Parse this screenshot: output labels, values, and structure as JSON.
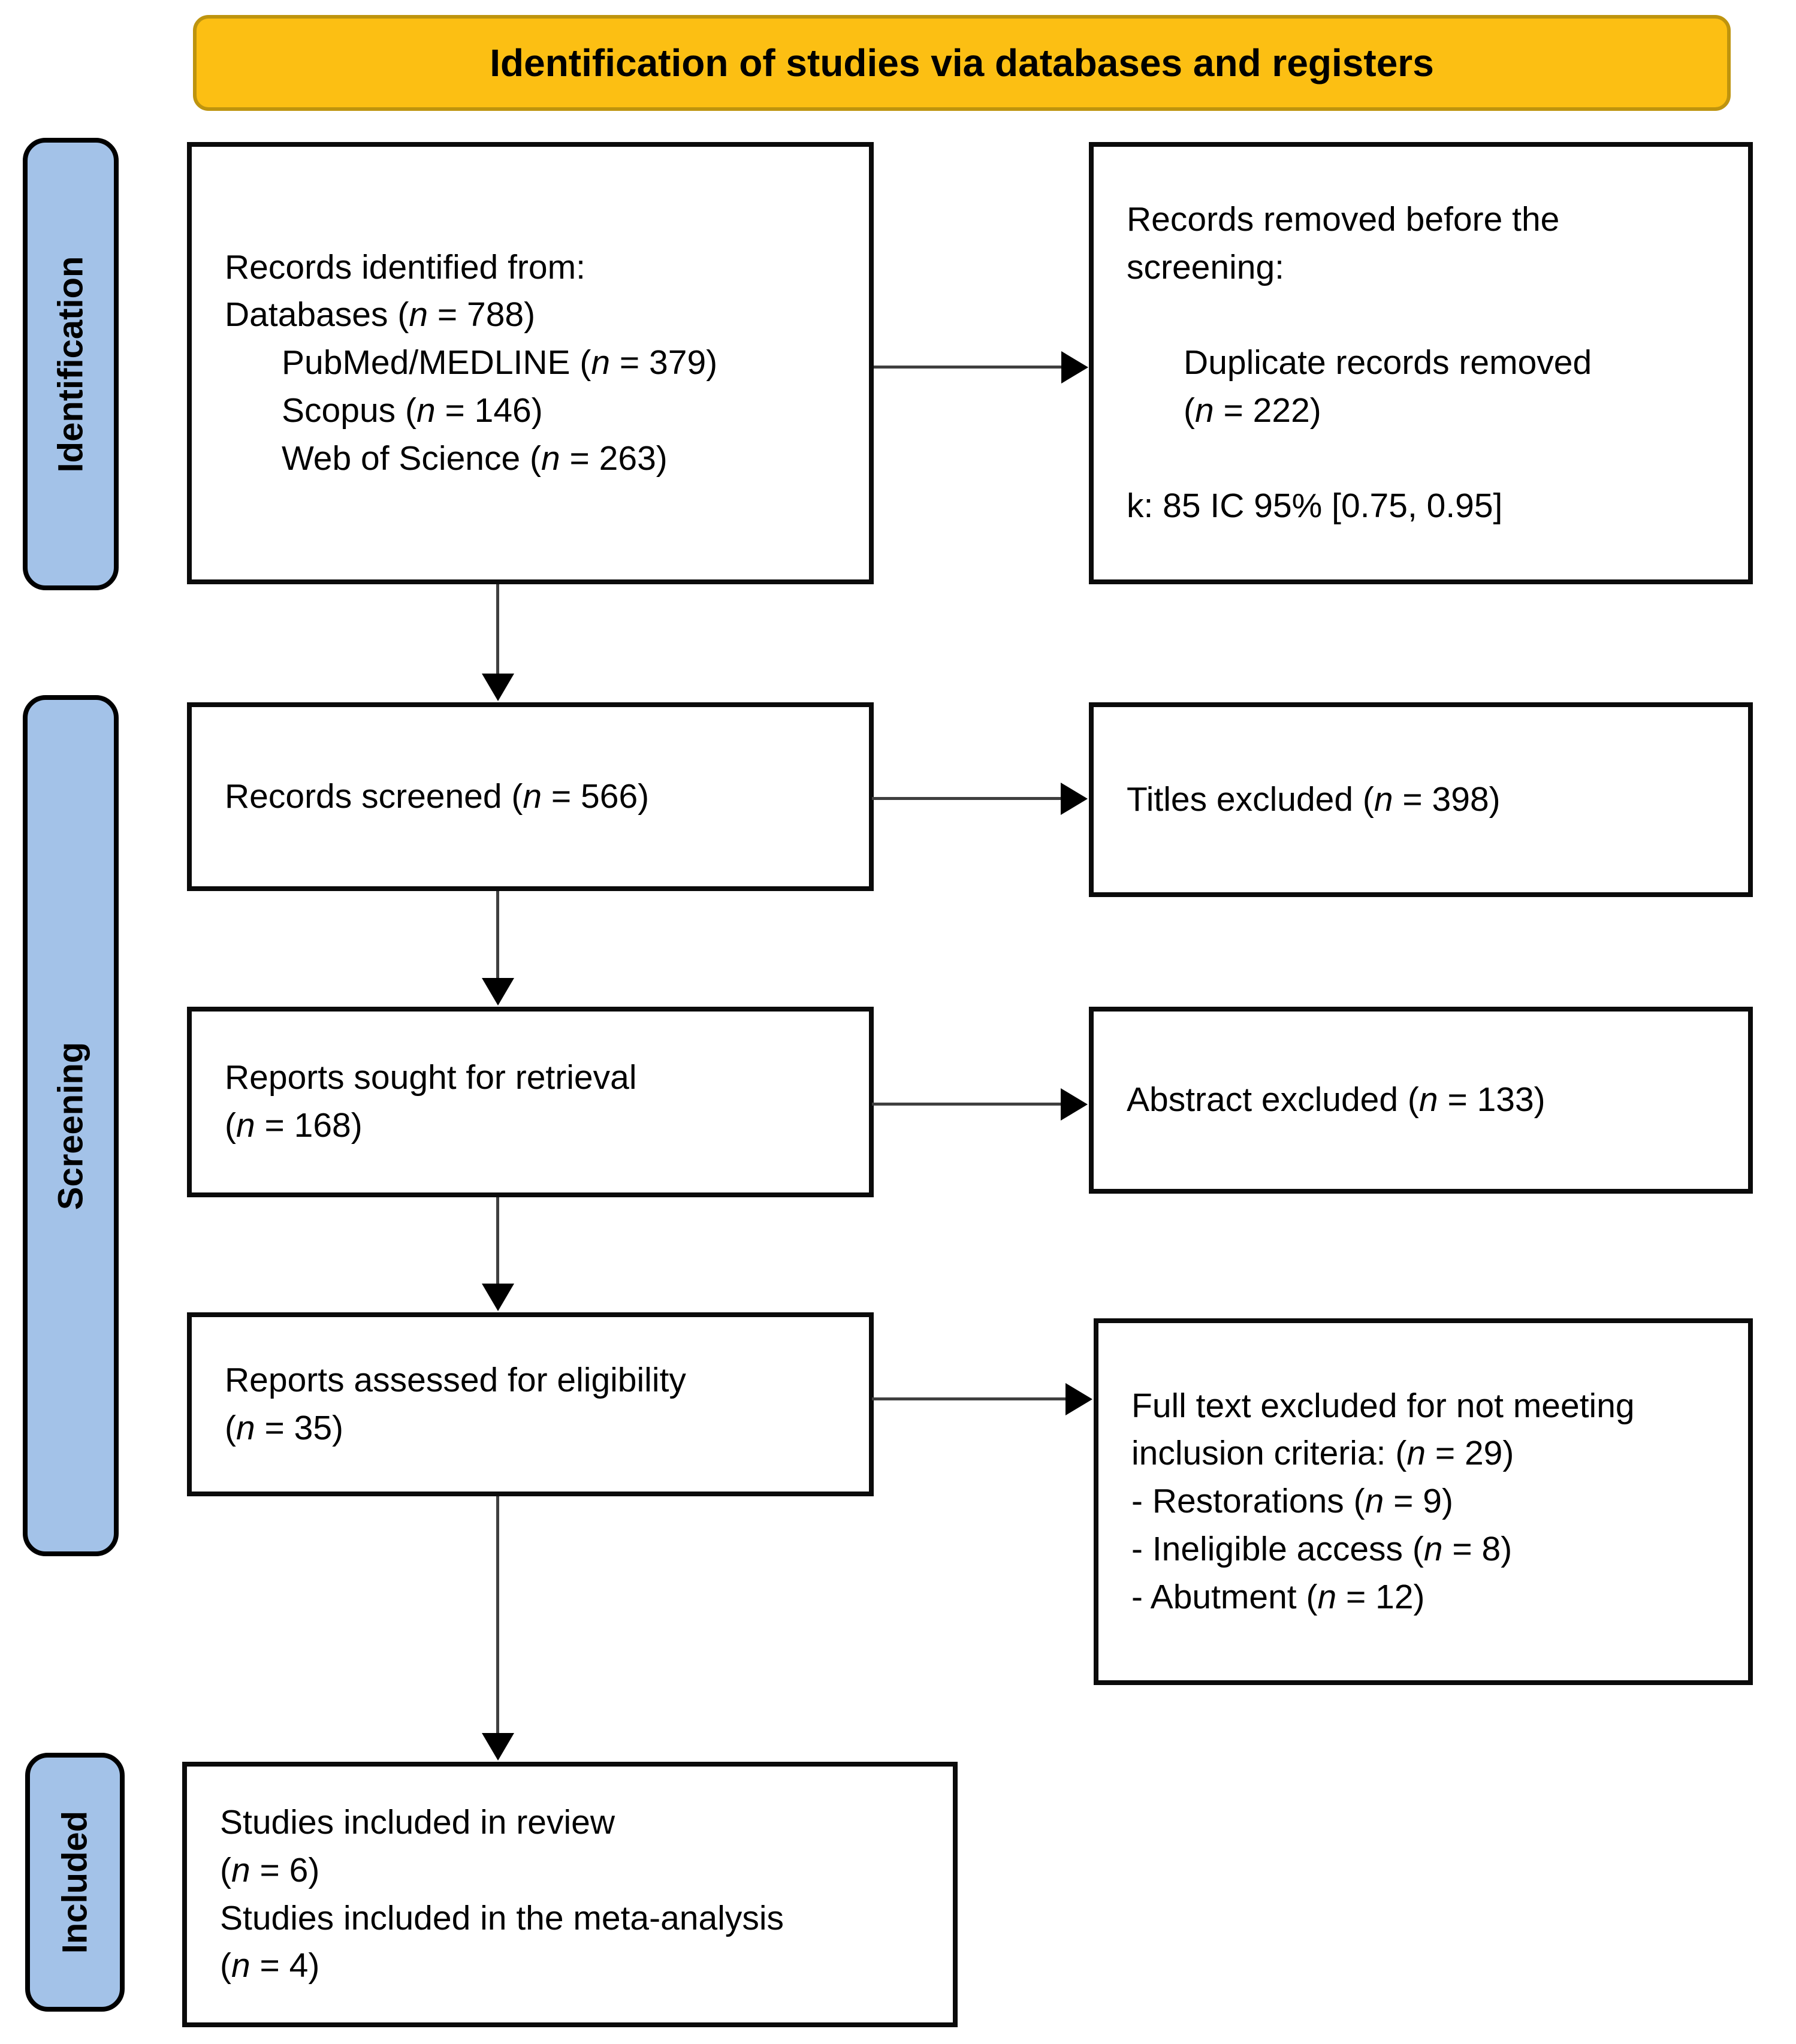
{
  "banner": {
    "title": "Identification of studies via databases and registers"
  },
  "stages": {
    "identification": {
      "label": "Identification"
    },
    "screening": {
      "label": "Screening"
    },
    "included": {
      "label": "Included"
    }
  },
  "boxes": {
    "records_identified": {
      "lines": [
        "Records identified from:",
        "Databases (*n* = 788)",
        "      PubMed/MEDLINE (*n* = 379)",
        "      Scopus (*n* = 146)",
        "      Web of Science (*n* = 263)"
      ]
    },
    "records_removed": {
      "lines": [
        "Records removed before the",
        "screening:",
        "",
        "      Duplicate records removed",
        "      (*n* = 222)",
        "",
        "k: 85 IC 95% [0.75, 0.95]"
      ]
    },
    "records_screened": {
      "lines": [
        "Records screened (*n* = 566)"
      ]
    },
    "titles_excluded": {
      "lines": [
        "Titles excluded (*n* = 398)"
      ]
    },
    "reports_sought": {
      "lines": [
        "Reports sought for retrieval",
        "(*n* = 168)"
      ]
    },
    "abstract_excluded": {
      "lines": [
        "Abstract excluded (*n* = 133)"
      ]
    },
    "reports_assessed": {
      "lines": [
        "Reports assessed for eligibility",
        "(*n* = 35)"
      ]
    },
    "fulltext_excluded": {
      "lines": [
        "Full text excluded for not meeting",
        "inclusion criteria: (*n* = 29)",
        "- Restorations (*n* = 9)",
        "- Ineligible access (*n* = 8)",
        "- Abutment (*n* = 12)"
      ]
    },
    "studies_included": {
      "lines": [
        "Studies included in review",
        "(*n* = 6)",
        "Studies included in the meta-analysis",
        "(*n* = 4)"
      ]
    }
  },
  "colors": {
    "banner_fill": "#FCBF13",
    "banner_border": "#BE940E",
    "stage_fill": "#A3C2E8",
    "stage_border": "#000000",
    "box_border": "#0b0b0b",
    "arrow_line": "#3f3f3f",
    "arrow_head": "#000000"
  }
}
